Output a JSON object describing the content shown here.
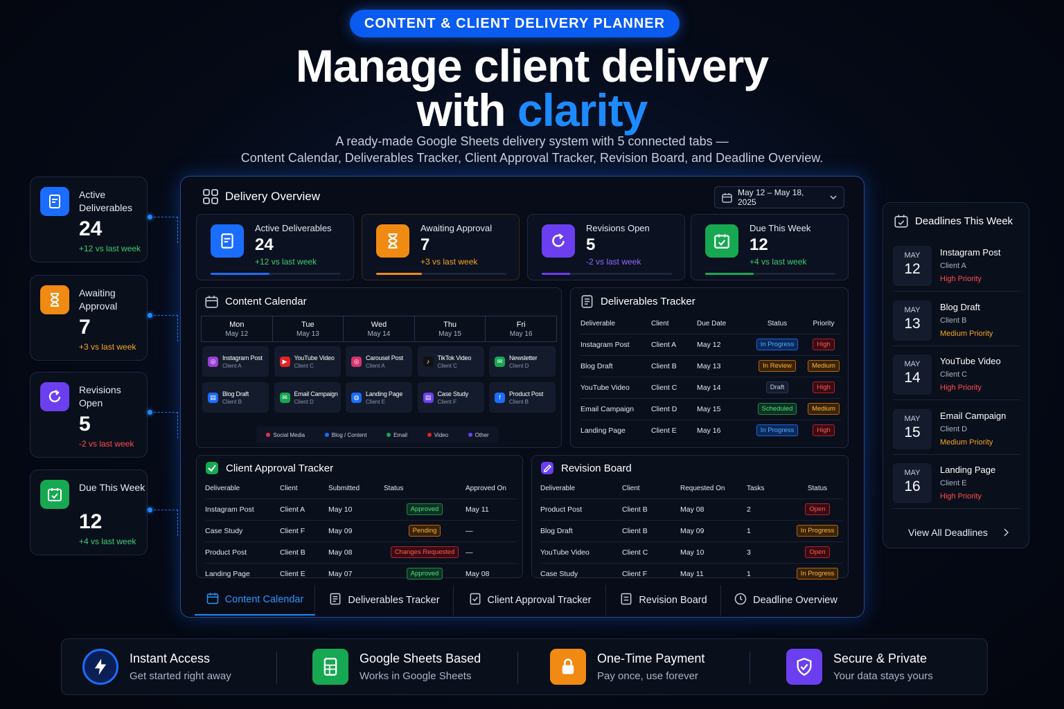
{
  "header": {
    "badge": "CONTENT & CLIENT DELIVERY PLANNER",
    "title_line1": "Manage client delivery",
    "title_line2_prefix": "with ",
    "title_line2_accent": "clarity",
    "subtitle_line1": "A ready-made Google Sheets delivery system with 5 connected tabs —",
    "subtitle_line2": "Content Calendar, Deliverables Tracker, Client Approval Tracker, Revision Board, and Deadline Overview."
  },
  "side_stats": [
    {
      "label": "Active Deliverables",
      "value": "24",
      "delta": "+12 vs last week",
      "color": "#1a6dff",
      "delta_color": "#3ecf74"
    },
    {
      "label": "Awaiting Approval",
      "value": "7",
      "delta": "+3 vs last week",
      "color": "#f08a12",
      "delta_color": "#f5a623"
    },
    {
      "label": "Revisions Open",
      "value": "5",
      "delta": "-2 vs last week",
      "color": "#6b3ff0",
      "delta_color": "#ff4d4d"
    },
    {
      "label": "Due This Week",
      "value": "12",
      "delta": "+4 vs last week",
      "color": "#17a852",
      "delta_color": "#3ecf74"
    }
  ],
  "overview": {
    "title": "Delivery Overview",
    "date_range": "May 12 – May 18, 2025",
    "kpis": [
      {
        "label": "Active Deliverables",
        "value": "24",
        "delta": "+12 vs last week",
        "color": "#1a6dff",
        "delta_color": "#3ecf74",
        "progress": 0.45
      },
      {
        "label": "Awaiting Approval",
        "value": "7",
        "delta": "+3 vs last week",
        "color": "#f08a12",
        "delta_color": "#f5a623",
        "progress": 0.35
      },
      {
        "label": "Revisions Open",
        "value": "5",
        "delta": "-2 vs last week",
        "color": "#6b3ff0",
        "delta_color": "#8f6cff",
        "progress": 0.22
      },
      {
        "label": "Due This Week",
        "value": "12",
        "delta": "+4 vs last week",
        "color": "#17a852",
        "delta_color": "#3ecf74",
        "progress": 0.37
      }
    ]
  },
  "calendar": {
    "title": "Content Calendar",
    "days": [
      {
        "day": "Mon",
        "date": "May 12"
      },
      {
        "day": "Tue",
        "date": "May 13"
      },
      {
        "day": "Wed",
        "date": "May 14"
      },
      {
        "day": "Thu",
        "date": "May 15"
      },
      {
        "day": "Fri",
        "date": "May 16"
      }
    ],
    "row1": [
      {
        "title": "Instagram Post",
        "client": "Client A",
        "icon": "instagram-icon",
        "color": "#9b3fd6"
      },
      {
        "title": "YouTube Video",
        "client": "Client C",
        "icon": "youtube-icon",
        "color": "#e52222"
      },
      {
        "title": "Carousel Post",
        "client": "Client A",
        "icon": "instagram-icon",
        "color": "#d6336c"
      },
      {
        "title": "TikTok Video",
        "client": "Client C",
        "icon": "tiktok-icon",
        "color": "#111111"
      },
      {
        "title": "Newsletter",
        "client": "Client D",
        "icon": "email-icon",
        "color": "#17a852"
      }
    ],
    "row2": [
      {
        "title": "Blog Draft",
        "client": "Client B",
        "icon": "doc-icon",
        "color": "#1a6dff"
      },
      {
        "title": "Email Campaign",
        "client": "Client D",
        "icon": "email-icon",
        "color": "#17a852"
      },
      {
        "title": "Landing Page",
        "client": "Client E",
        "icon": "globe-icon",
        "color": "#1a6dff"
      },
      {
        "title": "Case Study",
        "client": "Client F",
        "icon": "doc-icon",
        "color": "#6b3ff0"
      },
      {
        "title": "Product Post",
        "client": "Client B",
        "icon": "facebook-icon",
        "color": "#1a6dff"
      }
    ],
    "legend": [
      {
        "label": "Social Media",
        "color": "#e5334b"
      },
      {
        "label": "Blog / Content",
        "color": "#1a6dff"
      },
      {
        "label": "Email",
        "color": "#17a852"
      },
      {
        "label": "Video",
        "color": "#e52222"
      },
      {
        "label": "Other",
        "color": "#6b3ff0"
      }
    ]
  },
  "deliverables": {
    "title": "Deliverables Tracker",
    "columns": [
      "Deliverable",
      "Client",
      "Due Date",
      "Status",
      "Priority"
    ],
    "rows": [
      {
        "deliverable": "Instagram Post",
        "client": "Client A",
        "due": "May 12",
        "status": "In Progress",
        "status_cls": "b-blue",
        "priority": "High",
        "priority_cls": "b-red"
      },
      {
        "deliverable": "Blog Draft",
        "client": "Client B",
        "due": "May 13",
        "status": "In Review",
        "status_cls": "b-orange",
        "priority": "Medium",
        "priority_cls": "b-orange"
      },
      {
        "deliverable": "YouTube Video",
        "client": "Client C",
        "due": "May 14",
        "status": "Draft",
        "status_cls": "b-gray",
        "priority": "High",
        "priority_cls": "b-red"
      },
      {
        "deliverable": "Email Campaign",
        "client": "Client D",
        "due": "May 15",
        "status": "Scheduled",
        "status_cls": "b-green",
        "priority": "Medium",
        "priority_cls": "b-orange"
      },
      {
        "deliverable": "Landing Page",
        "client": "Client E",
        "due": "May 16",
        "status": "In Progress",
        "status_cls": "b-blue",
        "priority": "High",
        "priority_cls": "b-red"
      }
    ]
  },
  "approval": {
    "title": "Client Approval Tracker",
    "columns": [
      "Deliverable",
      "Client",
      "Submitted",
      "Status",
      "Approved On"
    ],
    "rows": [
      {
        "deliverable": "Instagram Post",
        "client": "Client A",
        "submitted": "May 10",
        "status": "Approved",
        "status_cls": "b-green",
        "approved": "May 11"
      },
      {
        "deliverable": "Case Study",
        "client": "Client F",
        "submitted": "May 09",
        "status": "Pending",
        "status_cls": "b-orange",
        "approved": "—"
      },
      {
        "deliverable": "Product Post",
        "client": "Client B",
        "submitted": "May 08",
        "status": "Changes Requested",
        "status_cls": "b-red",
        "approved": "—"
      },
      {
        "deliverable": "Landing Page",
        "client": "Client E",
        "submitted": "May 07",
        "status": "Approved",
        "status_cls": "b-green",
        "approved": "May 08"
      }
    ]
  },
  "revisions": {
    "title": "Revision Board",
    "columns": [
      "Deliverable",
      "Client",
      "Requested On",
      "Tasks",
      "Status"
    ],
    "rows": [
      {
        "deliverable": "Product Post",
        "client": "Client B",
        "requested": "May 08",
        "tasks": "2",
        "status": "Open",
        "status_cls": "b-red"
      },
      {
        "deliverable": "Blog Draft",
        "client": "Client B",
        "requested": "May 09",
        "tasks": "1",
        "status": "In Progress",
        "status_cls": "b-orange"
      },
      {
        "deliverable": "YouTube Video",
        "client": "Client C",
        "requested": "May 10",
        "tasks": "3",
        "status": "Open",
        "status_cls": "b-red"
      },
      {
        "deliverable": "Case Study",
        "client": "Client F",
        "requested": "May 11",
        "tasks": "1",
        "status": "In Progress",
        "status_cls": "b-orange"
      }
    ]
  },
  "tabs": [
    {
      "label": "Content Calendar",
      "icon": "calendar-icon",
      "active": true
    },
    {
      "label": "Deliverables Tracker",
      "icon": "list-icon",
      "active": false
    },
    {
      "label": "Client Approval Tracker",
      "icon": "check-doc-icon",
      "active": false
    },
    {
      "label": "Revision Board",
      "icon": "board-icon",
      "active": false
    },
    {
      "label": "Deadline Overview",
      "icon": "clock-icon",
      "active": false
    }
  ],
  "deadlines": {
    "title": "Deadlines This Week",
    "items": [
      {
        "month": "MAY",
        "day": "12",
        "title": "Instagram Post",
        "client": "Client A",
        "priority": "High Priority",
        "color": "#ff4d4d"
      },
      {
        "month": "MAY",
        "day": "13",
        "title": "Blog Draft",
        "client": "Client B",
        "priority": "Medium Priority",
        "color": "#f5a623"
      },
      {
        "month": "MAY",
        "day": "14",
        "title": "YouTube Video",
        "client": "Client C",
        "priority": "High Priority",
        "color": "#ff4d4d"
      },
      {
        "month": "MAY",
        "day": "15",
        "title": "Email Campaign",
        "client": "Client D",
        "priority": "Medium Priority",
        "color": "#f5a623"
      },
      {
        "month": "MAY",
        "day": "16",
        "title": "Landing Page",
        "client": "Client E",
        "priority": "High Priority",
        "color": "#ff4d4d"
      }
    ],
    "view_all": "View All Deadlines"
  },
  "features": [
    {
      "title": "Instant Access",
      "sub": "Get started right away",
      "icon": "lightning-icon",
      "color": "#0a1f55"
    },
    {
      "title": "Google Sheets Based",
      "sub": "Works in Google Sheets",
      "icon": "sheets-icon",
      "color": "#17a852"
    },
    {
      "title": "One-Time Payment",
      "sub": "Pay once, use forever",
      "icon": "lock-icon",
      "color": "#f08a12"
    },
    {
      "title": "Secure & Private",
      "sub": "Your data stays yours",
      "icon": "shield-icon",
      "color": "#6b3ff0"
    }
  ]
}
